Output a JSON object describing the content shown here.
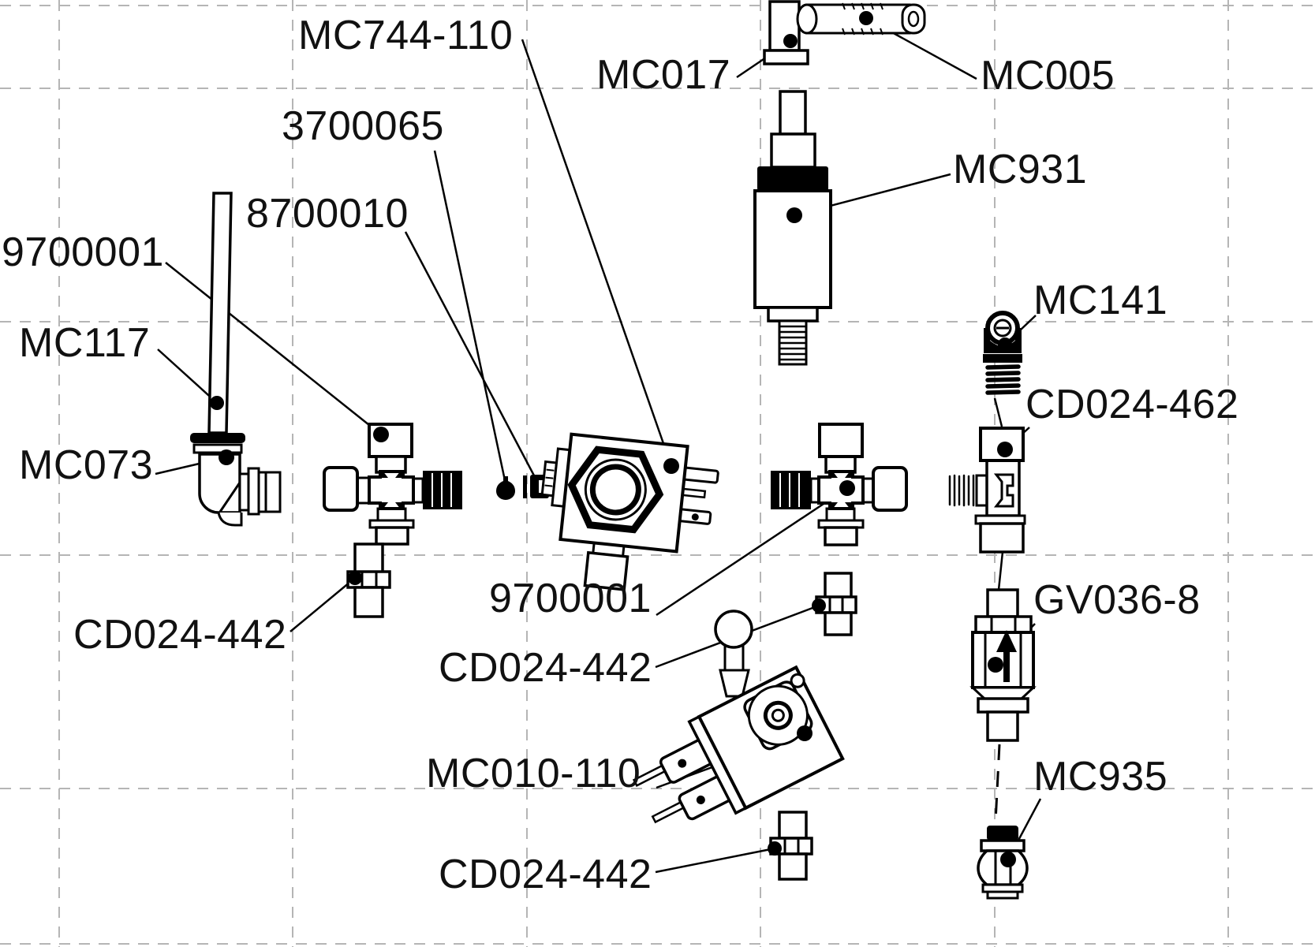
{
  "diagram": {
    "background": "#ffffff",
    "ink_color": "#000000",
    "grid_color": "#b5b5b5",
    "labels": [
      {
        "id": "mc744-110",
        "text": "MC744-110"
      },
      {
        "id": "mc017",
        "text": "MC017"
      },
      {
        "id": "mc005",
        "text": "MC005"
      },
      {
        "id": "3700065",
        "text": "3700065"
      },
      {
        "id": "8700010",
        "text": "8700010"
      },
      {
        "id": "9700001-left",
        "text": "9700001"
      },
      {
        "id": "mc931",
        "text": "MC931"
      },
      {
        "id": "mc117",
        "text": "MC117"
      },
      {
        "id": "mc141",
        "text": "MC141"
      },
      {
        "id": "mc073",
        "text": "MC073"
      },
      {
        "id": "cd024-462",
        "text": "CD024-462"
      },
      {
        "id": "cd024-442-left",
        "text": "CD024-442"
      },
      {
        "id": "9700001-center",
        "text": "9700001"
      },
      {
        "id": "cd024-442-center",
        "text": "CD024-442"
      },
      {
        "id": "gv036-8",
        "text": "GV036-8"
      },
      {
        "id": "mc010-110",
        "text": "MC010-110"
      },
      {
        "id": "mc935",
        "text": "MC935"
      },
      {
        "id": "cd024-442-bottom",
        "text": "CD024-442"
      }
    ]
  }
}
